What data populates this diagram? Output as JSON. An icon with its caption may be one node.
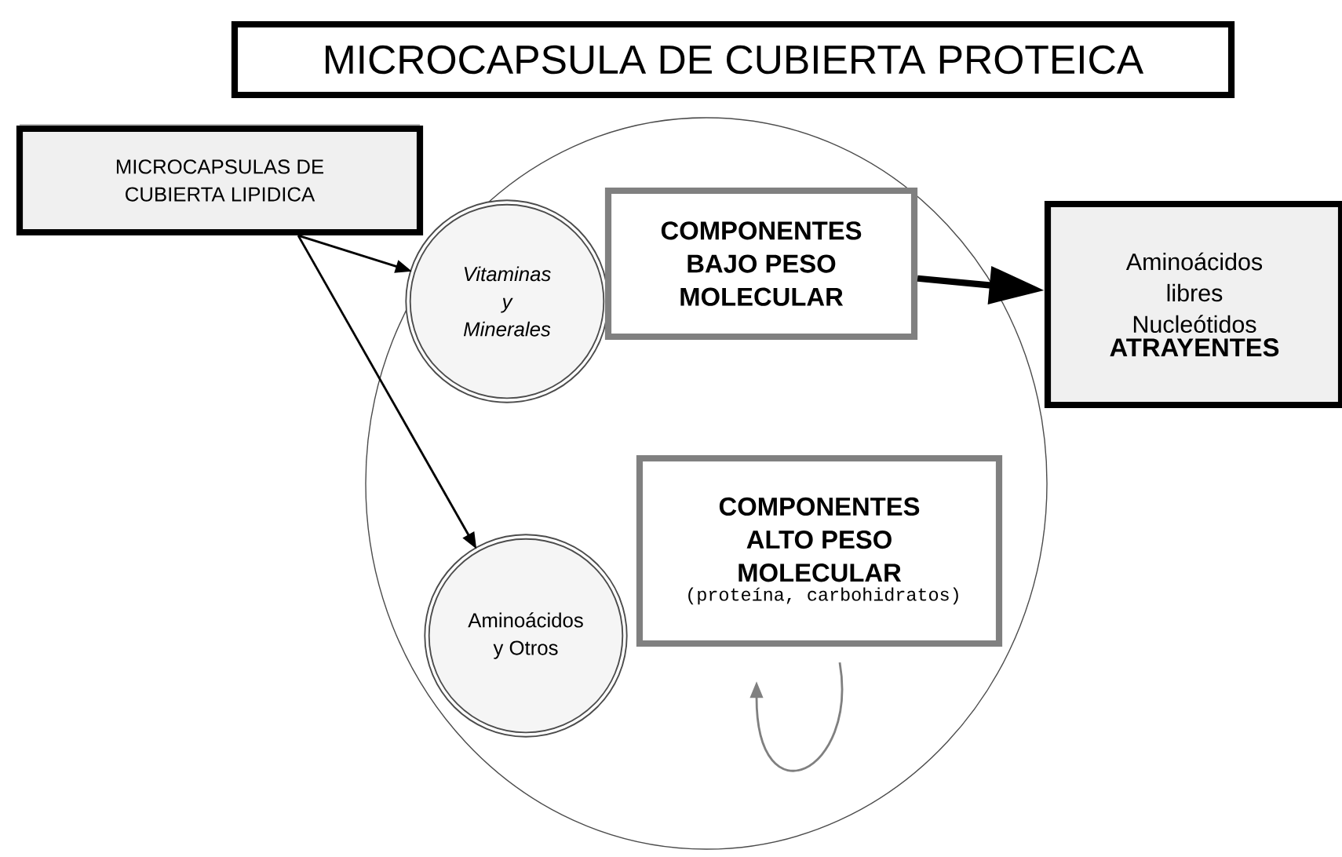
{
  "diagram": {
    "nodes": [
      {
        "text": [
          "MICROCAPSULA DE CUBIERTA PROTEICA"
        ]
      },
      {
        "text": [],
        "shape": "circle"
      },
      {
        "text": [
          "MICROCAPSULAS DE CUBIERTA LIPIDICA"
        ]
      },
      {
        "text": [
          "Vitaminas y Minerales"
        ],
        "in": 1
      },
      {
        "text": [
          "COMPONENTES BAJO PESO MOLECULAR"
        ],
        "in": 1
      },
      {
        "text": [
          "Aminoácidos libres Nucleótidos",
          "ATRAYENTES"
        ]
      },
      {
        "text": [
          "COMPONENTES ALTO PESO MOLECULAR",
          "(proteína, carbohidratos)"
        ],
        "in": 1
      },
      {
        "text": [
          "Aminoácidos y Otros"
        ],
        "in": 1
      }
    ],
    "edges": [
      {
        "from": 2,
        "to": 3,
        "arrow": "to"
      },
      {
        "from": 2,
        "to": 7,
        "arrow": "to"
      },
      {
        "from": 4,
        "to": 5,
        "arrow": "to",
        "style": "thick"
      },
      {
        "from": 6,
        "to": 6,
        "arrow": "to",
        "color": "#808080"
      }
    ]
  }
}
